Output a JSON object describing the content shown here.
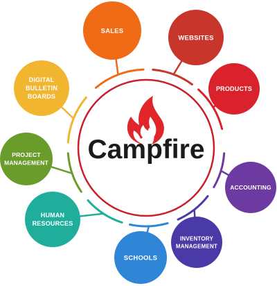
{
  "center": {
    "brand": "Campfire",
    "ring_color": "#c81f2b",
    "flame_color": "#e0262a",
    "logo_icon": "flame-icon"
  },
  "nodes": [
    {
      "id": "sales",
      "lines": [
        "SALES"
      ],
      "color": "#ef6b16"
    },
    {
      "id": "websites",
      "lines": [
        "WEBSITES"
      ],
      "color": "#c8352a"
    },
    {
      "id": "products",
      "lines": [
        "PRODUCTS"
      ],
      "color": "#d9222c"
    },
    {
      "id": "accounting",
      "lines": [
        "ACCOUNTING"
      ],
      "color": "#6d3aa1"
    },
    {
      "id": "inventory-management",
      "lines": [
        "INVENTORY",
        "MANAGEMENT"
      ],
      "color": "#4a3aa8"
    },
    {
      "id": "schools",
      "lines": [
        "SCHOOLS"
      ],
      "color": "#2f86d6"
    },
    {
      "id": "human-resources",
      "lines": [
        "HUMAN",
        "RESOURCES"
      ],
      "color": "#1fae9c"
    },
    {
      "id": "project-management",
      "lines": [
        "PROJECT",
        "MANAGEMENT"
      ],
      "color": "#6a9c2c"
    },
    {
      "id": "digital-bulletin-boards",
      "lines": [
        "DIGITAL",
        "BULLETIN",
        "BOARDS"
      ],
      "color": "#f2b530"
    }
  ]
}
